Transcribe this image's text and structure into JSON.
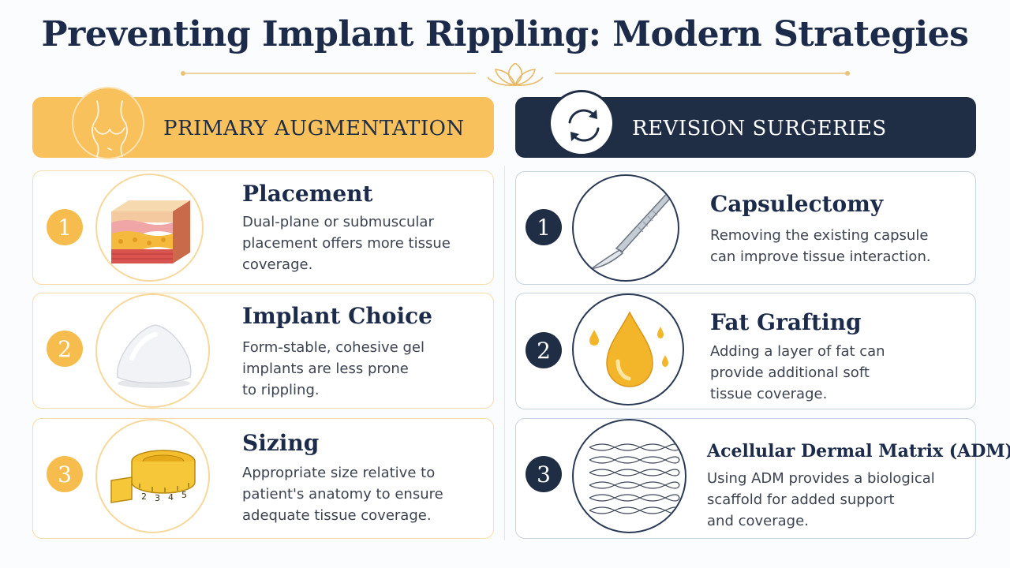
{
  "title": "Preventing Implant Rippling: Modern Strategies",
  "colors": {
    "navy": "#1f2d45",
    "gold": "#f8c15c",
    "background": "#fbfcfd"
  },
  "primary": {
    "heading": "PRIMARY AUGMENTATION",
    "icon": "torso-icon",
    "items": [
      {
        "number": "1",
        "title": "Placement",
        "lines": [
          "Dual-plane or submuscular",
          "placement offers more tissue",
          "coverage."
        ],
        "icon": "skin-layers-icon"
      },
      {
        "number": "2",
        "title": "Implant Choice",
        "lines": [
          "Form-stable, cohesive gel",
          "implants are less prone",
          "to rippling."
        ],
        "icon": "implant-icon"
      },
      {
        "number": "3",
        "title": "Sizing",
        "lines": [
          "Appropriate size relative to",
          "patient's anatomy to ensure",
          "adequate tissue coverage."
        ],
        "icon": "measuring-tape-icon",
        "tape_marks": [
          "2",
          "3",
          "4",
          "5"
        ]
      }
    ]
  },
  "revision": {
    "heading": "REVISION SURGERIES",
    "icon": "refresh-icon",
    "items": [
      {
        "number": "1",
        "title": "Capsulectomy",
        "lines": [
          "Removing the existing capsule",
          "can improve tissue interaction."
        ],
        "icon": "scalpel-icon"
      },
      {
        "number": "2",
        "title": "Fat Grafting",
        "lines": [
          "Adding a layer of fat can",
          "provide additional soft",
          "tissue coverage."
        ],
        "icon": "fat-droplet-icon"
      },
      {
        "number": "3",
        "title": "Acellular Dermal Matrix (ADM)",
        "lines": [
          "Using ADM provides a biological",
          "scaffold for added support",
          "and coverage."
        ],
        "icon": "mesh-icon"
      }
    ]
  }
}
